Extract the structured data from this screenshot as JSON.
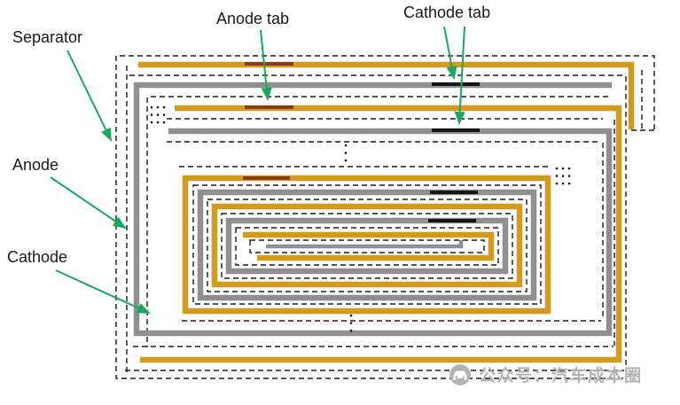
{
  "labels": {
    "separator": "Separator",
    "anode_tab": "Anode tab",
    "cathode_tab": "Cathode tab",
    "anode": "Anode",
    "cathode": "Cathode"
  },
  "watermark": {
    "text": "公众号：汽车成本圈"
  },
  "colors": {
    "gold_electrode": "#D29B1E",
    "gray_electrode": "#8F8F8F",
    "separator_line": "#1A1A1A",
    "anode_tab_mark": "#8A3A10",
    "cathode_tab_mark": "#151515",
    "arrow_green": "#17A95E",
    "label_text": "#1A1A1A",
    "watermark_gray": "#B3B3B3",
    "background": "#FFFFFF"
  }
}
